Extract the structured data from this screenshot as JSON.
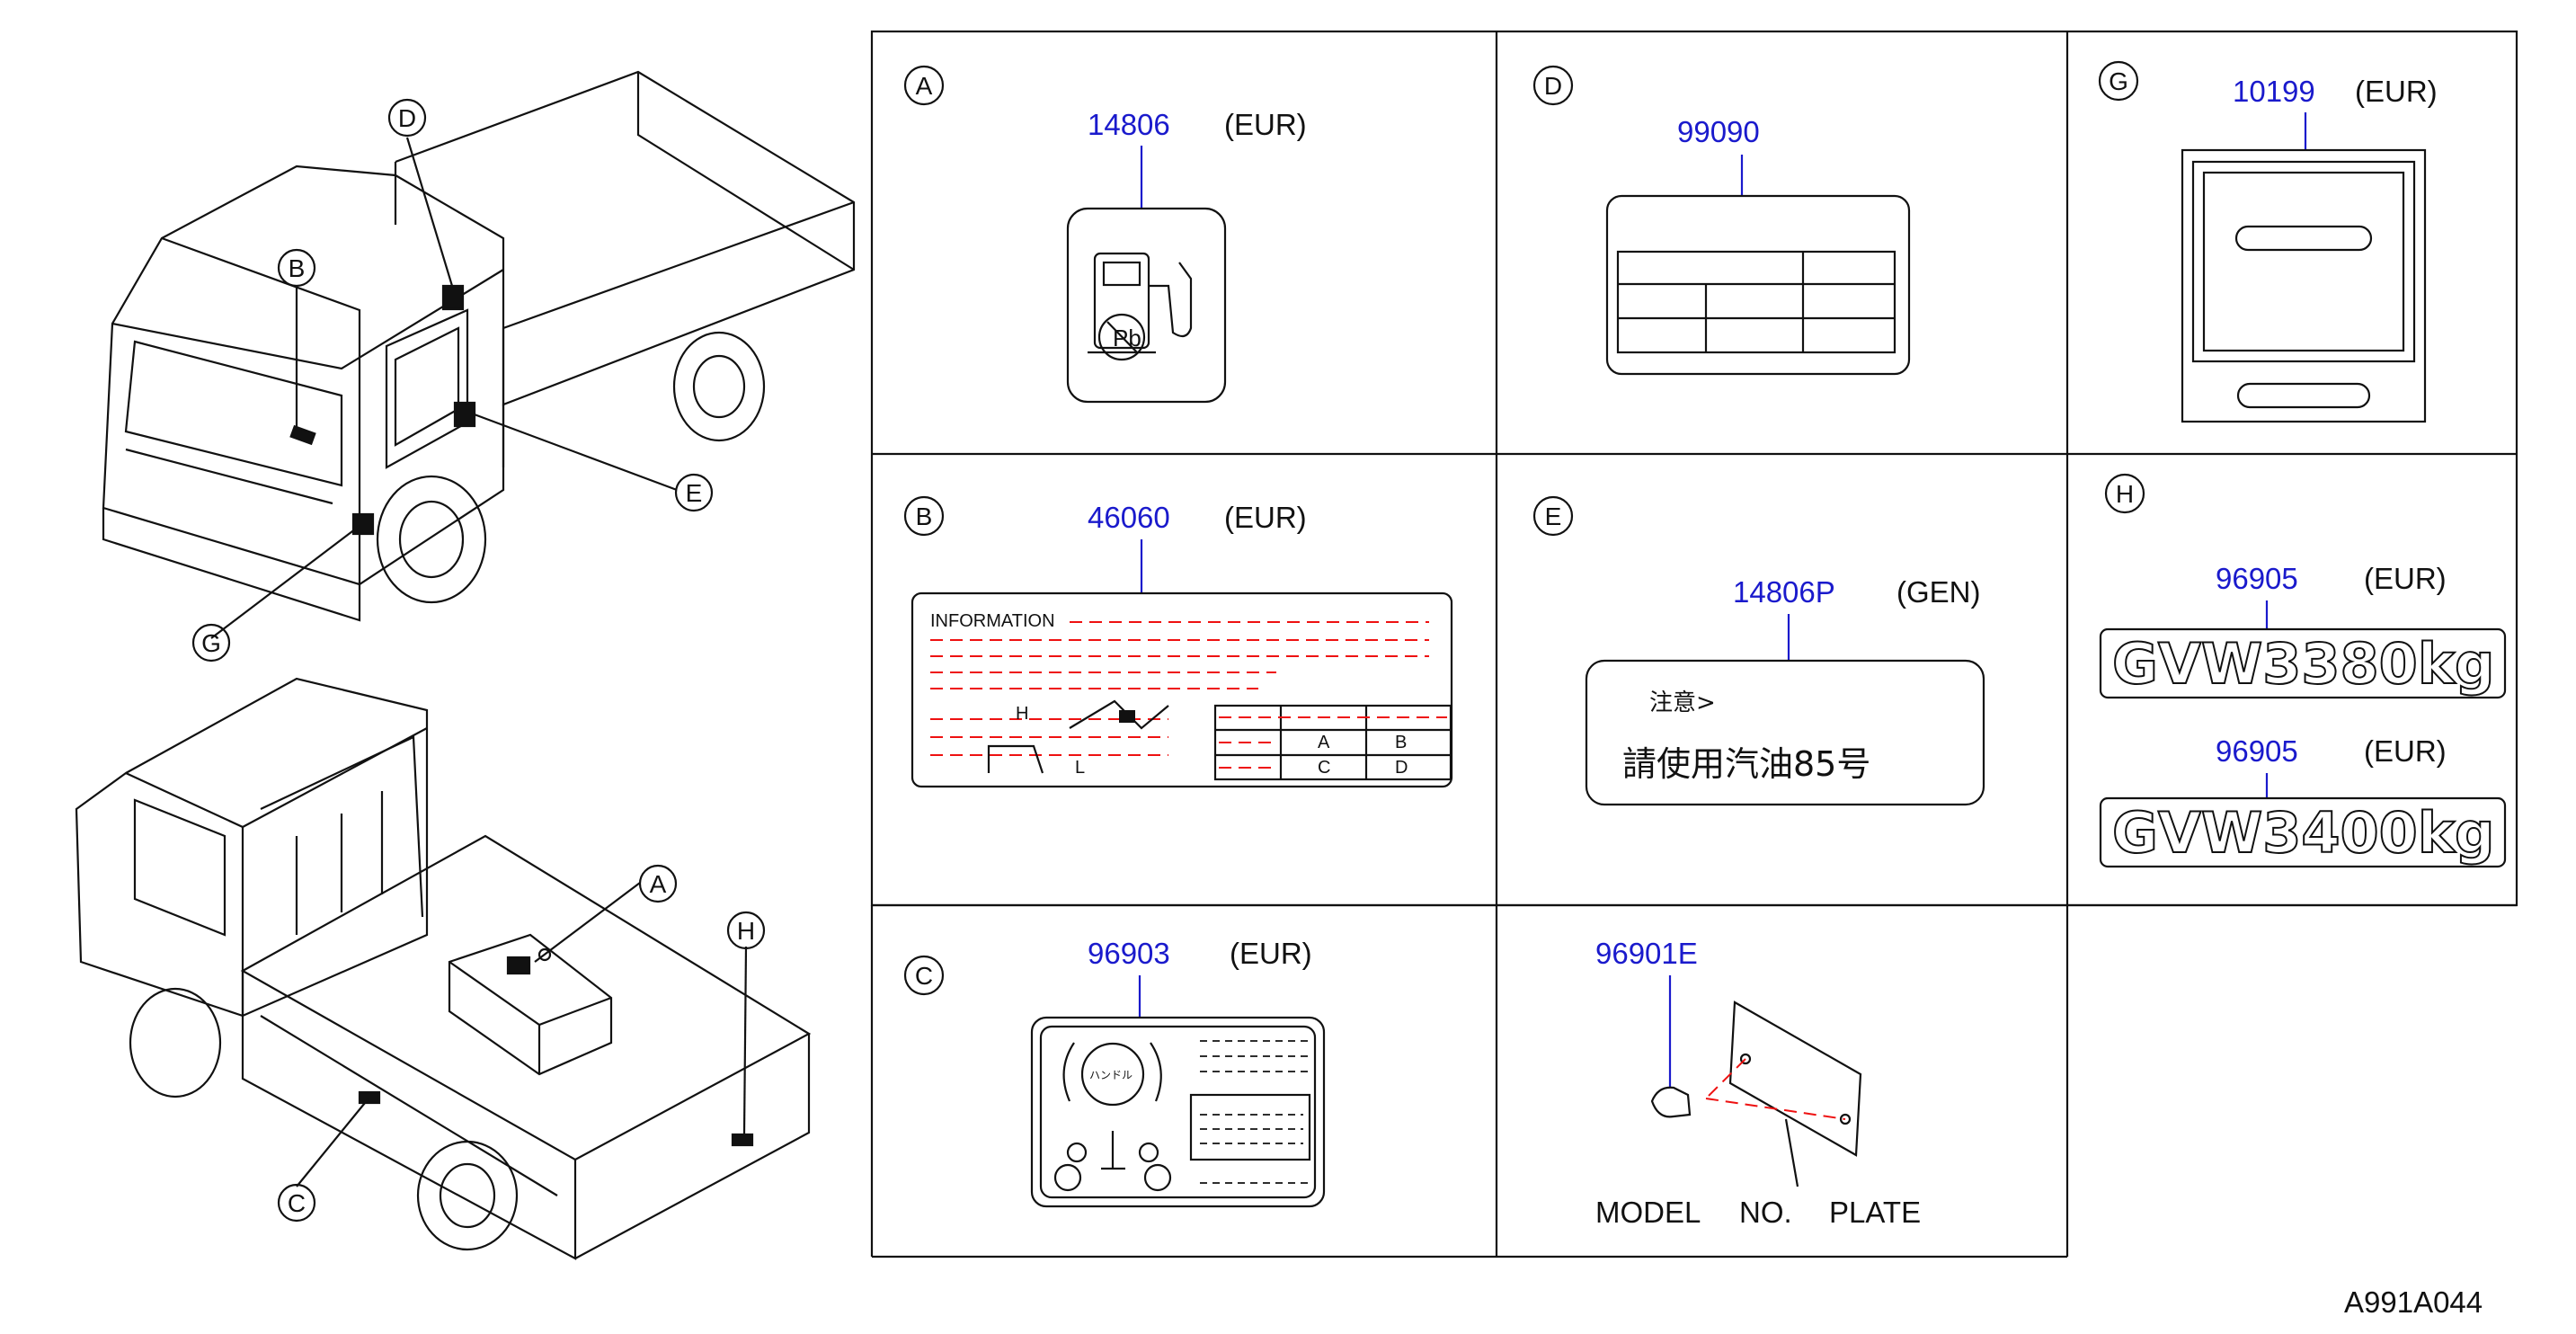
{
  "drawing_id": "A991A044",
  "truck_callouts": [
    "A",
    "B",
    "C",
    "D",
    "E",
    "G",
    "H"
  ],
  "panels": {
    "A": {
      "letter": "A",
      "part": "14806",
      "region": "(EUR)"
    },
    "B": {
      "letter": "B",
      "part": "46060",
      "region": "(EUR)",
      "label_heading": "INFORMATION",
      "cells": {
        "a": "A",
        "b": "B",
        "c": "C",
        "d": "D",
        "h": "H",
        "l": "L"
      }
    },
    "C": {
      "letter": "C",
      "part": "96903",
      "region": "(EUR)",
      "wheel_text": "ハンドル"
    },
    "D": {
      "letter": "D",
      "part": "99090"
    },
    "E": {
      "letter": "E",
      "part": "14806P",
      "region": "(GEN)",
      "top_text": "注意>",
      "main_text": "請使用汽油85号"
    },
    "F": {
      "part": "96901E",
      "caption_1": "MODEL",
      "caption_2": "NO.",
      "caption_3": "PLATE"
    },
    "G": {
      "letter": "G",
      "part": "10199",
      "region": "(EUR)"
    },
    "H": {
      "letter": "H",
      "part_1": "96905",
      "region_1": "(EUR)",
      "badge_1": "GVW3380kg",
      "part_2": "96905",
      "region_2": "(EUR)",
      "badge_2": "GVW3400kg"
    }
  },
  "colors": {
    "part_number": "#1a1acc",
    "dashed_lines": "#ee1111",
    "line": "#111111"
  }
}
